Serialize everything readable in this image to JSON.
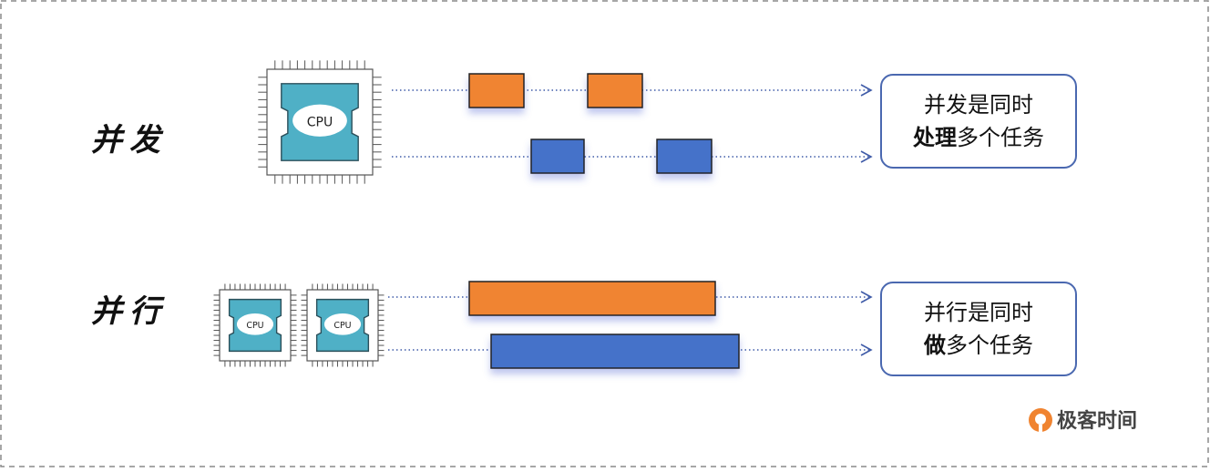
{
  "concurrency": {
    "label": "并发",
    "cpu_label": "CPU",
    "box_line1": "并发是同时",
    "box_line2_bold": "处理",
    "box_line2_rest": "多个任务"
  },
  "parallel": {
    "label": "并行",
    "cpu_label": "CPU",
    "box_line1": "并行是同时",
    "box_line2_bold": "做",
    "box_line2_rest": "多个任务"
  },
  "logo": {
    "text": "极客时间",
    "icon": "geektime-logo-icon"
  },
  "colors": {
    "orange": "#f08431",
    "blue": "#4472c9",
    "cpu": "#4fb0c6",
    "arrow": "#3f5ba8"
  }
}
